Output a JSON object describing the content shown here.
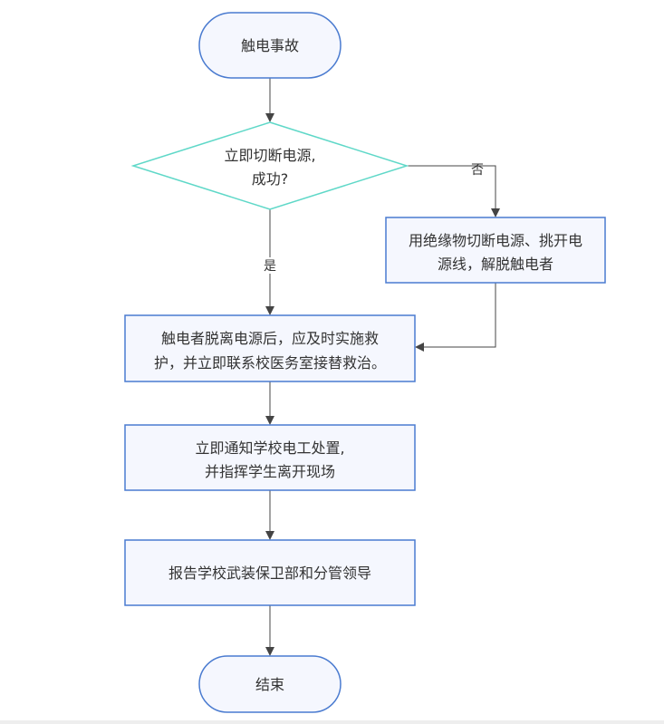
{
  "colors": {
    "node_fill": "#f5f7fe",
    "node_stroke": "#4a7bd0",
    "decision_fill": "#ffffff",
    "decision_stroke": "#5fd8c8",
    "edge": "#444444"
  },
  "nodes": {
    "start": {
      "text": "触电事故"
    },
    "decision": {
      "line1": "立即切断电源,",
      "line2": "成功?"
    },
    "insulate": {
      "line1": "用绝缘物切断电源、挑开电",
      "line2": "源线，解脱触电者"
    },
    "rescue": {
      "line1": "触电者脱离电源后，应及时实施救",
      "line2": "护，并立即联系校医务室接替救治。"
    },
    "notify": {
      "line1": "立即通知学校电工处置,",
      "line2": "并指挥学生离开现场"
    },
    "report": {
      "text": "报告学校武装保卫部和分管领导"
    },
    "end": {
      "text": "结束"
    }
  },
  "edges": {
    "yes_label": "是",
    "no_label": "否"
  }
}
